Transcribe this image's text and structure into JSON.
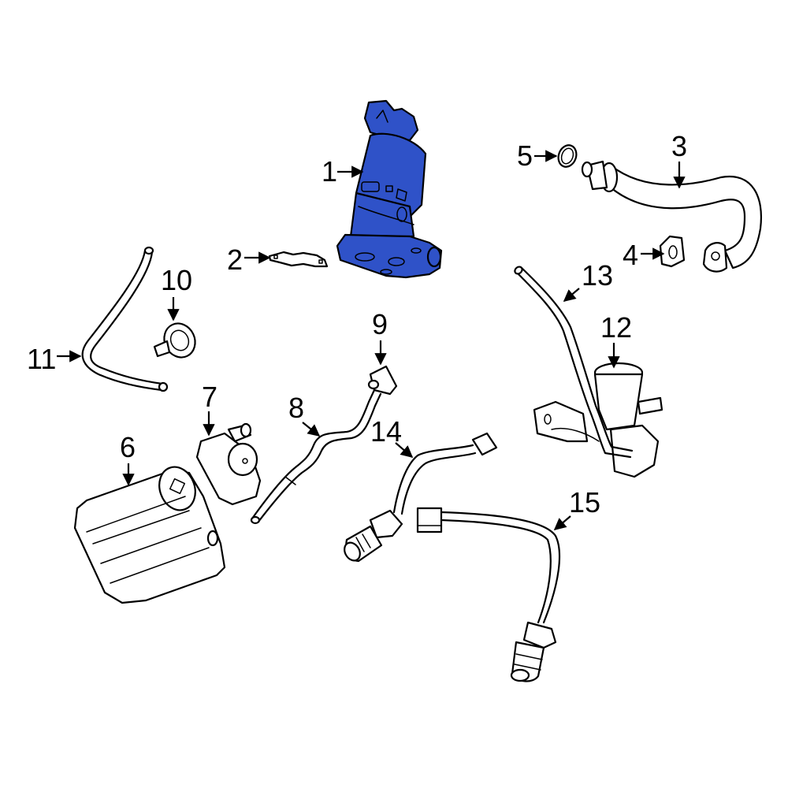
{
  "diagram": {
    "highlight_color": "#2f52c8",
    "parts": [
      {
        "id": "part-1",
        "label": "1",
        "name": "egr-valve",
        "highlighted": true
      },
      {
        "id": "part-2",
        "label": "2",
        "name": "egr-valve-gasket"
      },
      {
        "id": "part-3",
        "label": "3",
        "name": "egr-tube"
      },
      {
        "id": "part-4",
        "label": "4",
        "name": "egr-tube-gasket"
      },
      {
        "id": "part-5",
        "label": "5",
        "name": "o-ring"
      },
      {
        "id": "part-6",
        "label": "6",
        "name": "vapor-canister"
      },
      {
        "id": "part-7",
        "label": "7",
        "name": "leak-detection-pump"
      },
      {
        "id": "part-8",
        "label": "8",
        "name": "vacuum-hose"
      },
      {
        "id": "part-9",
        "label": "9",
        "name": "hose-connector"
      },
      {
        "id": "part-10",
        "label": "10",
        "name": "mounting-clip"
      },
      {
        "id": "part-11",
        "label": "11",
        "name": "vent-hose"
      },
      {
        "id": "part-12",
        "label": "12",
        "name": "purge-solenoid"
      },
      {
        "id": "part-13",
        "label": "13",
        "name": "purge-hose"
      },
      {
        "id": "part-14",
        "label": "14",
        "name": "upstream-oxygen-sensor"
      },
      {
        "id": "part-15",
        "label": "15",
        "name": "downstream-oxygen-sensor"
      }
    ]
  }
}
